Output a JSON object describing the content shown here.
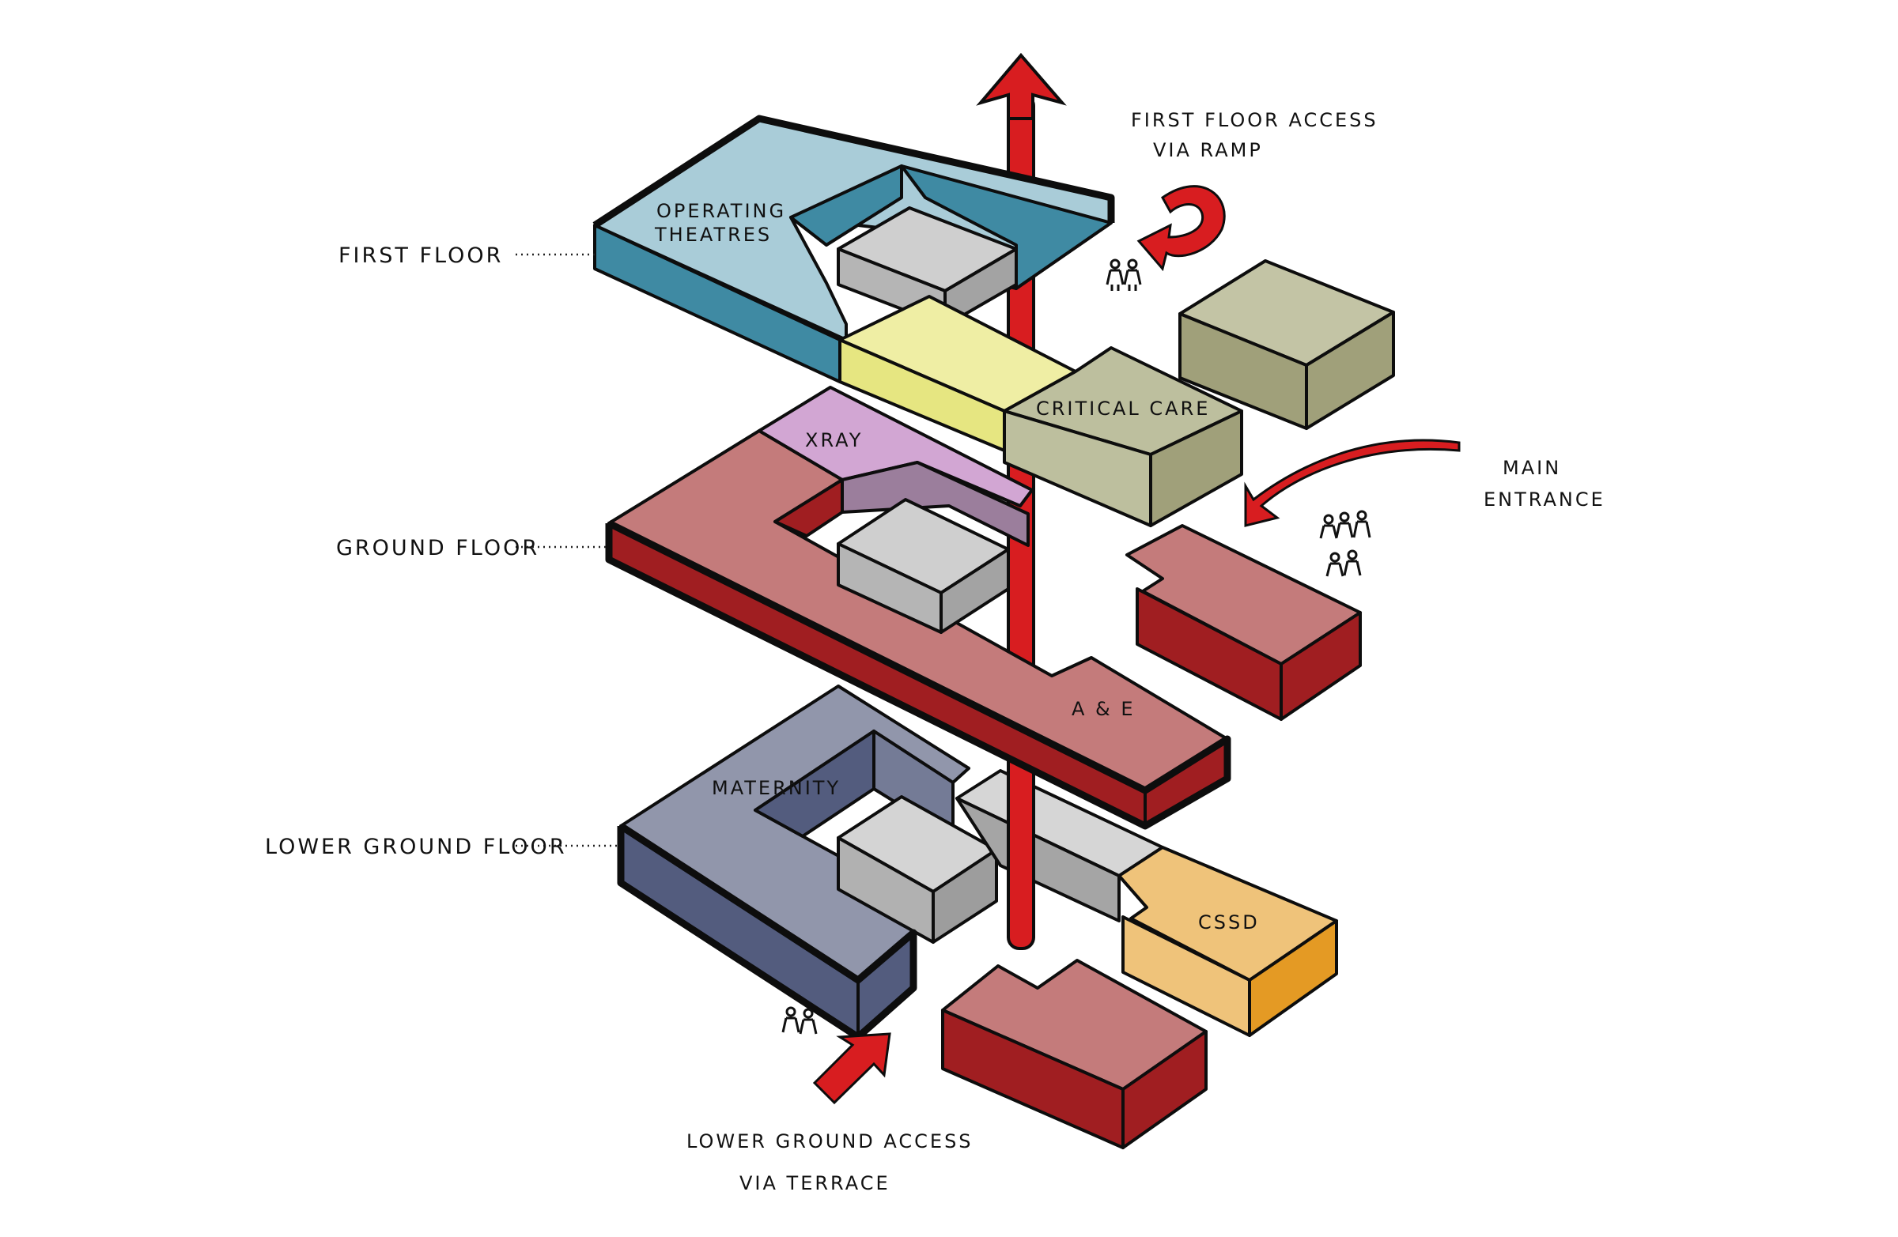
{
  "floor_labels": {
    "first": "FIRST FLOOR",
    "ground": "GROUND FLOOR",
    "lower_ground": "LOWER GROUND FLOOR"
  },
  "block_labels": {
    "operating_line1": "OPERATING",
    "operating_line2": "THEATRES",
    "critical_care": "CRITICAL CARE",
    "xray": "XRAY",
    "ae": "A & E",
    "maternity": "MATERNITY",
    "cssd": "CSSD"
  },
  "annotations": {
    "first_access_line1": "FIRST FLOOR ACCESS",
    "first_access_line2": "VIA RAMP",
    "main_entrance_line1": "MAIN",
    "main_entrance_line2": "ENTRANCE",
    "lower_access_line1": "LOWER GROUND ACCESS",
    "lower_access_line2": "VIA TERRACE"
  },
  "colors": {
    "operating_top": "#a9ccd8",
    "operating_side": "#3f8aa3",
    "link_yellow": "#efeea4",
    "critical_top": "#bdbf9e",
    "critical_side": "#a0a07a",
    "xray": "#d2a6d3",
    "xray_side": "#9b7e9c",
    "ground_top": "#c47b7b",
    "ground_side": "#a01e21",
    "maternity_top": "#9196ab",
    "maternity_side": "#535c7e",
    "cssd_top": "#efc37a",
    "cssd_side": "#e49a24",
    "core_grey": "#c9c9c9",
    "core_grey_side": "#a9a9a9",
    "arrow_red": "#d81d20"
  }
}
